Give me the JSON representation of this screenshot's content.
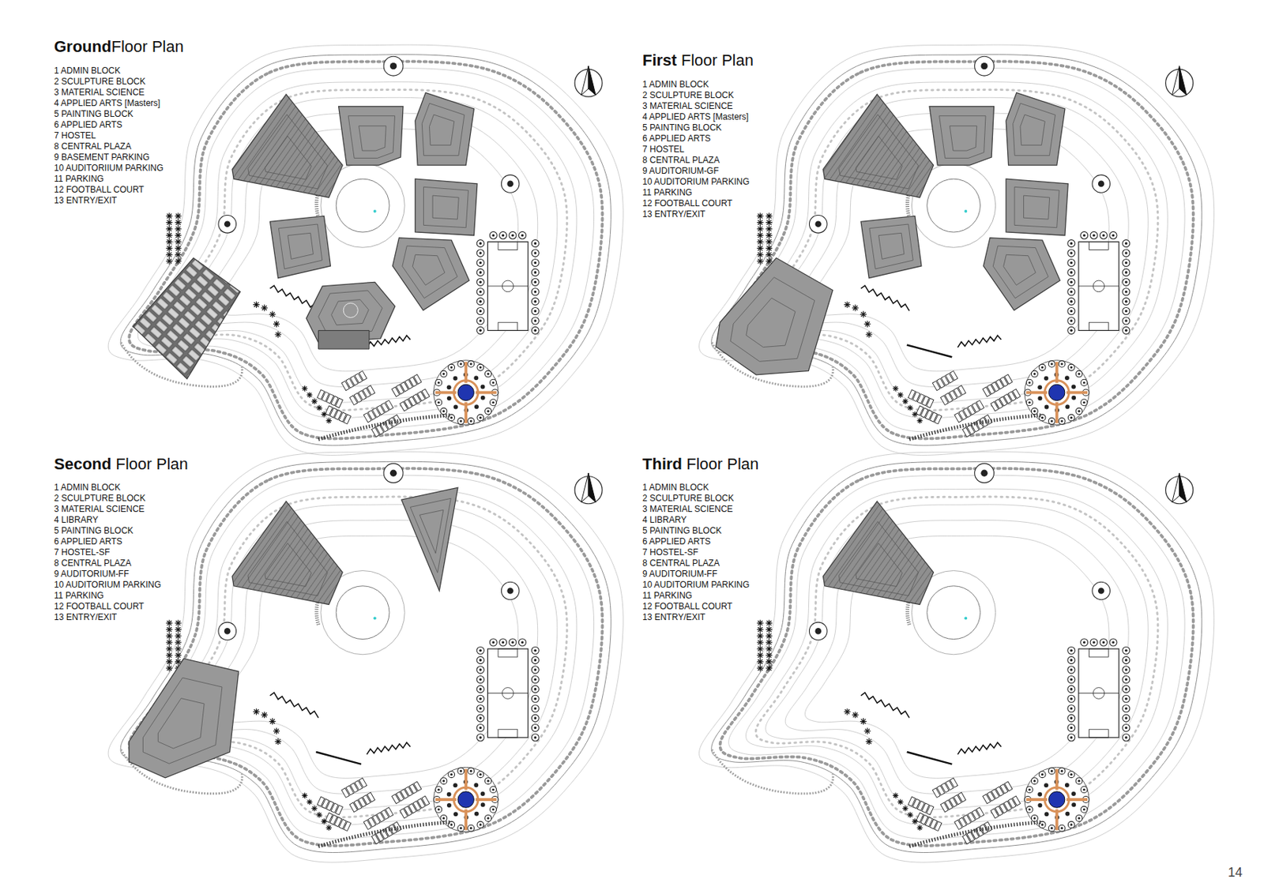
{
  "diagram": {
    "labels": [
      "Ground",
      "Floor Plan",
      "1 ADMIN BLOCK",
      "2 SCULPTURE BLOCK",
      "3 MATERIAL SCIENCE",
      "4 APPLIED ARTS [Masters]",
      "5 PAINTING BLOCK",
      "6 APPLIED ARTS",
      "7 HOSTEL",
      "8 CENTRAL PLAZA",
      "9 BASEMENT PARKING",
      "10 AUDITORIIUM PARKING",
      "11 PARKING",
      "12 FOOTBALL COURT",
      "13 ENTRY/EXIT",
      "First",
      "Floor Plan",
      "1 ADMIN BLOCK",
      "2 SCULPTURE BLOCK",
      "3 MATERIAL SCIENCE",
      "4 APPLIED ARTS [Masters]",
      "5 PAINTING BLOCK",
      "6 APPLIED ARTS",
      "7 HOSTEL",
      "8 CENTRAL PLAZA",
      "9 AUDITORIUM-GF",
      "10 AUDITORIUM PARKING",
      "11 PARKING",
      "12 FOOTBALL COURT",
      "13 ENTRY/EXIT",
      "Second",
      "Floor Plan",
      "1 ADMIN BLOCK",
      "2 SCULPTURE BLOCK",
      "3 MATERIAL SCIENCE",
      "4 LIBRARY",
      "5 PAINTING BLOCK",
      "6 APPLIED ARTS",
      "7 HOSTEL-SF",
      "8 CENTRAL PLAZA",
      "9 AUDITORIUM-FF",
      "10 AUDITORIUM PARKING",
      "11 PARKING",
      "12 FOOTBALL COURT",
      "13 ENTRY/EXIT",
      "Third",
      "Floor Plan",
      "1 ADMIN BLOCK",
      "2 SCULPTURE BLOCK",
      "3 MATERIAL SCIENCE",
      "4 LIBRARY",
      "5 PAINTING BLOCK",
      "6 APPLIED ARTS",
      "7 HOSTEL-SF",
      "8 CENTRAL PLAZA",
      "9 AUDITORIUM-FF",
      "10 AUDITORIUM PARKING",
      "11 PARKING",
      "12 FOOTBALL COURT",
      "13 ENTRY/EXIT",
      "14"
    ]
  }
}
